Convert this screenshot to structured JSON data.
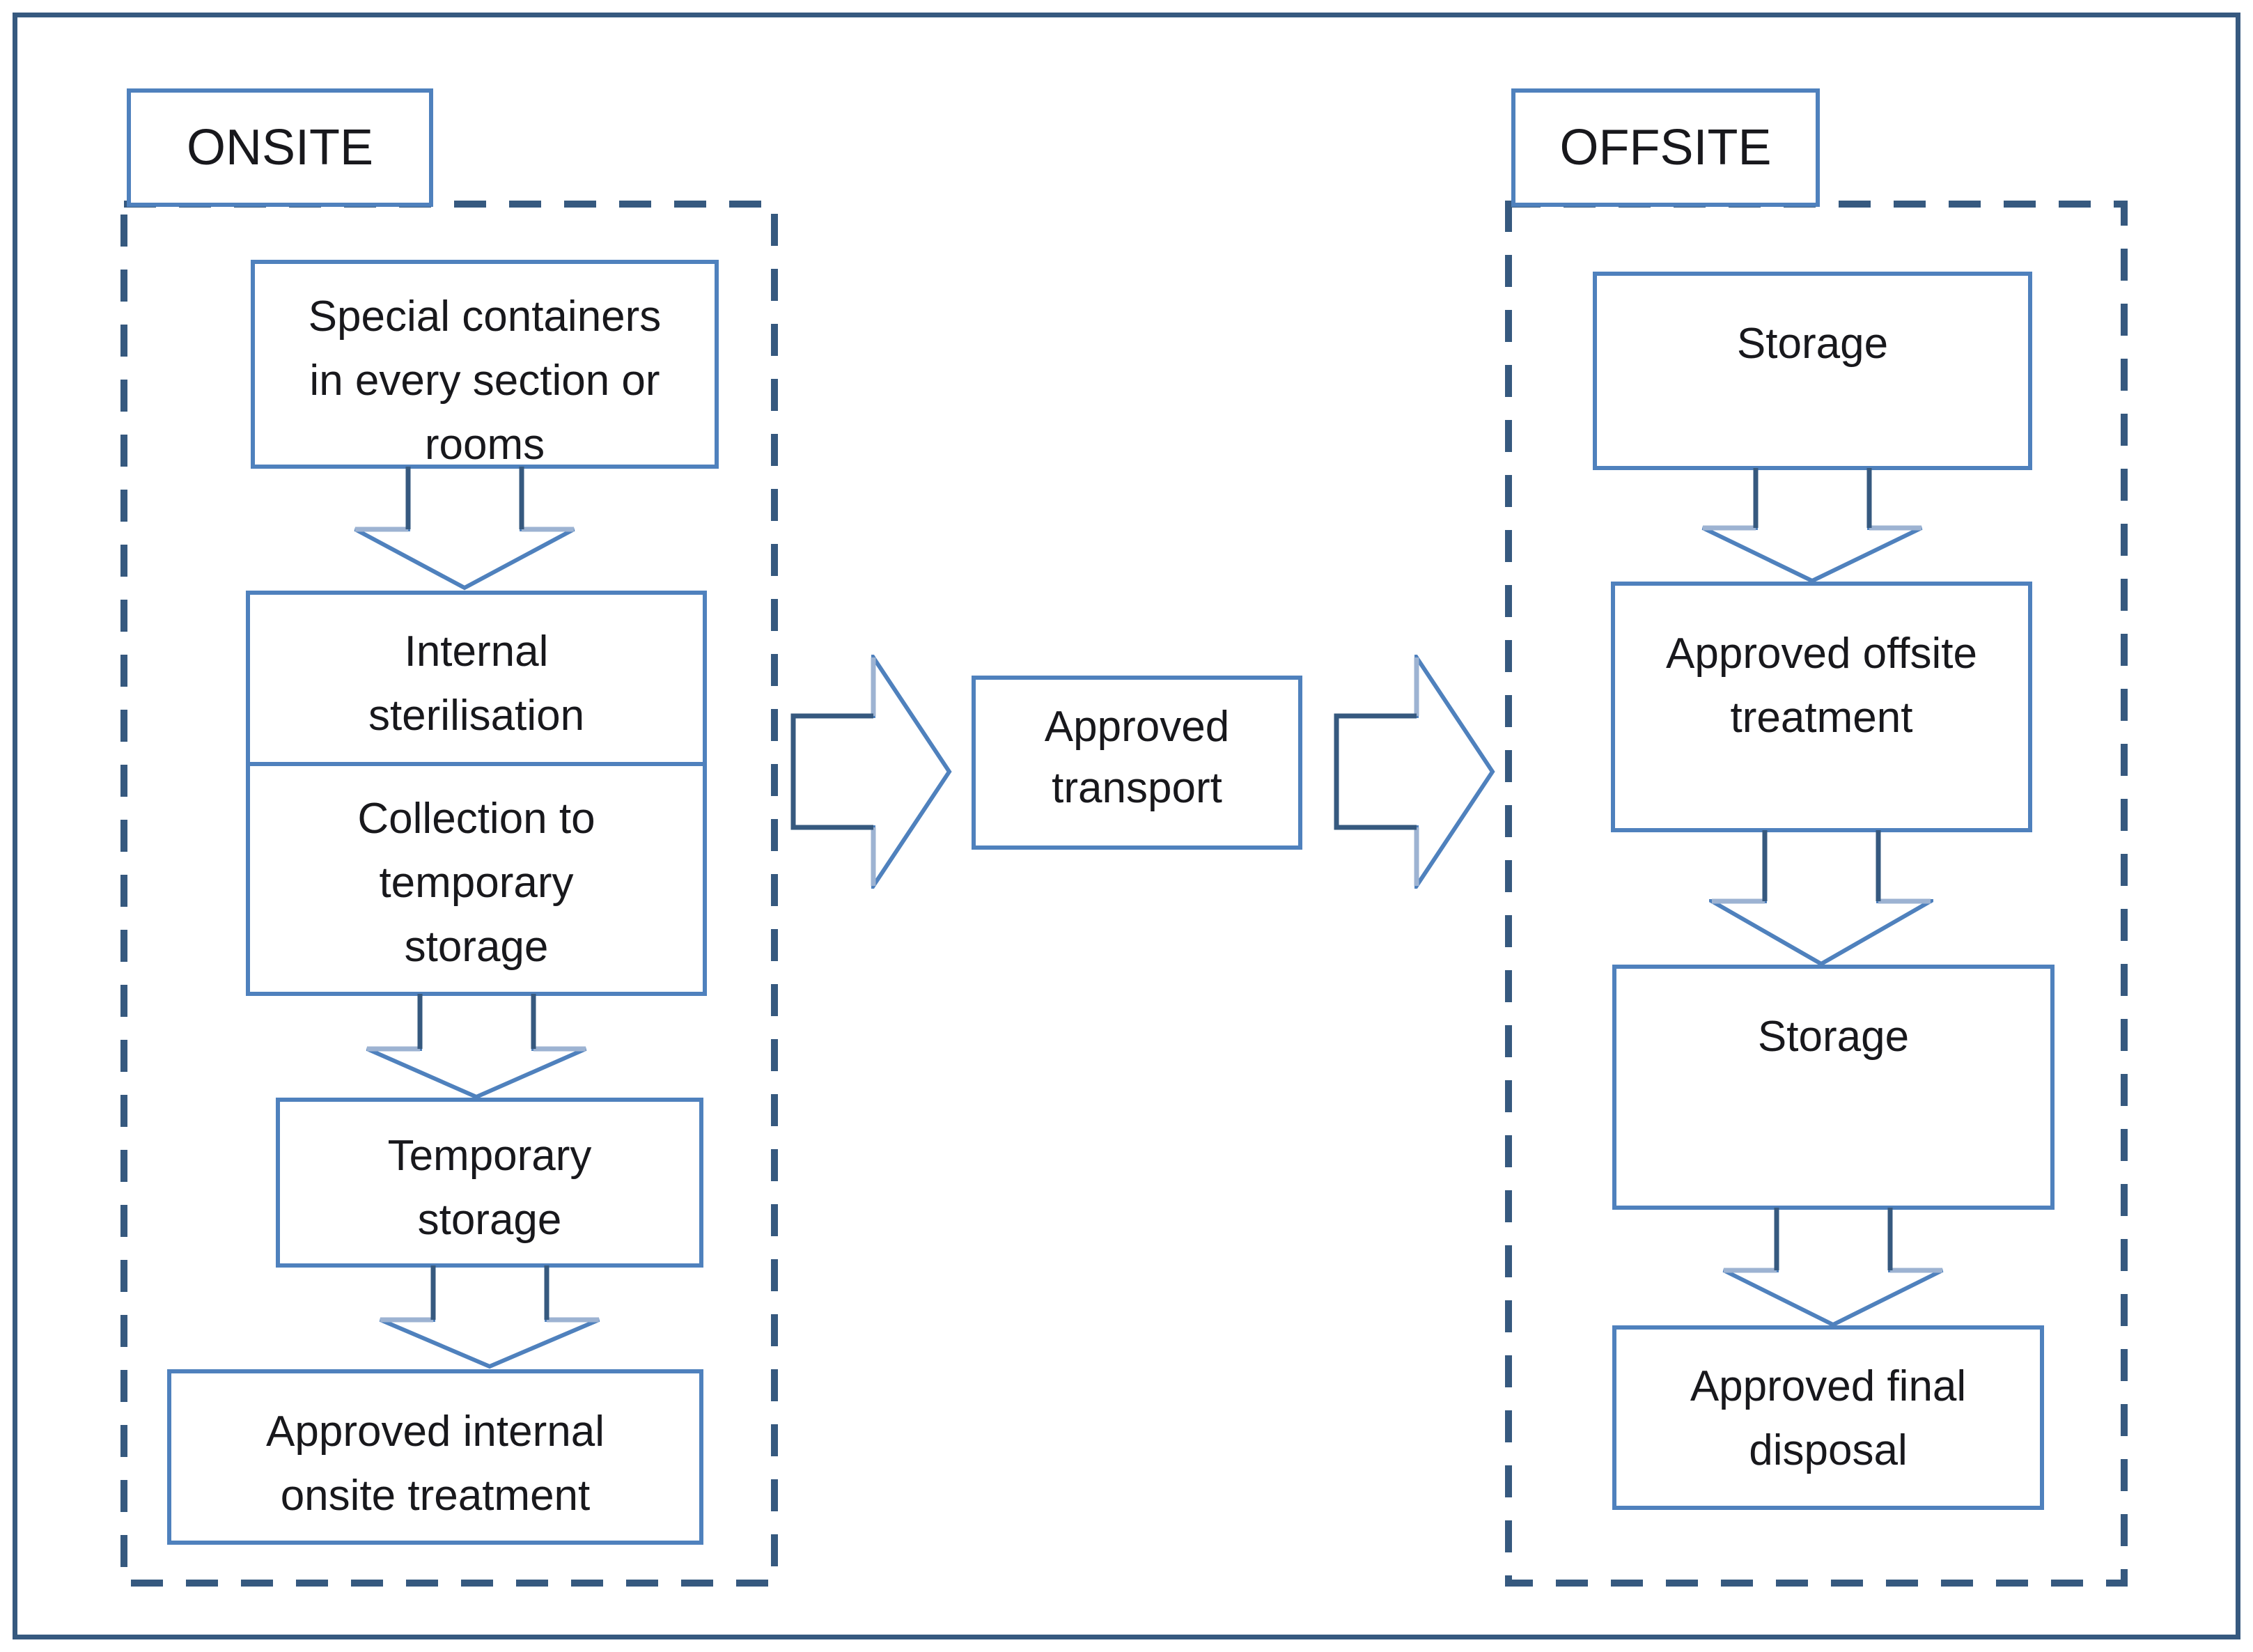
{
  "diagram": {
    "onsite": {
      "label": "ONSITE",
      "boxes": {
        "special_containers": "Special containers\nin every section or\nrooms",
        "internal_sterilisation": "Internal\nsterilisation",
        "collection_temporary": "Collection to\ntemporary\nstorage",
        "temporary_storage": "Temporary\nstorage",
        "approved_internal": "Approved internal\nonsite treatment"
      }
    },
    "transport": {
      "label": "Approved\ntransport"
    },
    "offsite": {
      "label": "OFFSITE",
      "boxes": {
        "storage_1": "Storage",
        "approved_offsite": "Approved offsite\ntreatment",
        "storage_2": "Storage",
        "approved_final": "Approved final\ndisposal"
      }
    },
    "colors": {
      "box_border": "#4f81bd",
      "container_border": "#36597f",
      "arrow_outline": "#4f81bd",
      "arrow_stem": "#36597f",
      "arrow_flange": "#9db3d2",
      "text": "#18181c"
    }
  }
}
